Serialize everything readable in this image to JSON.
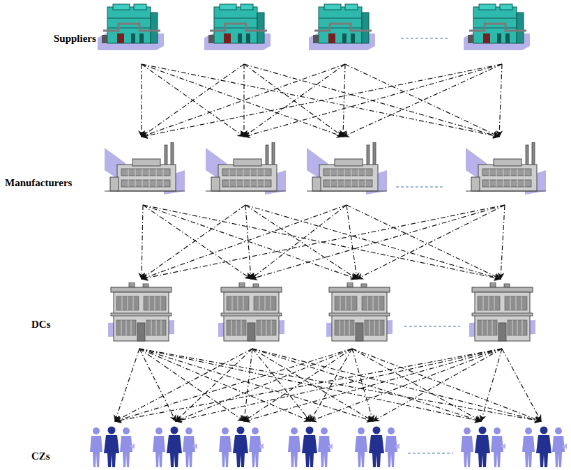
{
  "diagram": {
    "labels": [
      "Suppliers",
      "Manufacturers",
      "DCs",
      "CZs"
    ]
  }
}
